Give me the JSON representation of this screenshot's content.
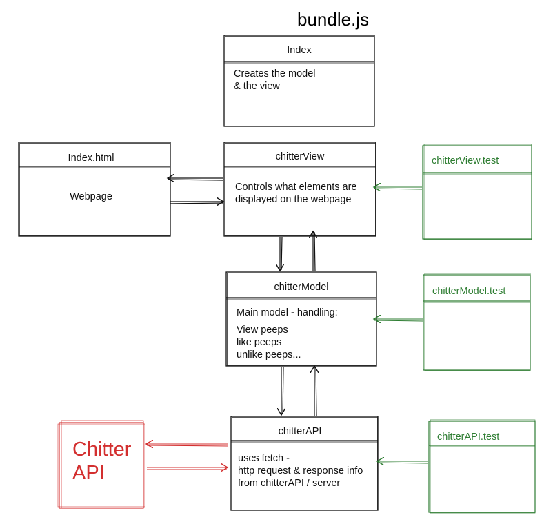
{
  "title": "bundle.js",
  "colors": {
    "ink": "#111111",
    "test_green": "#2e7d32",
    "api_red": "#d32f2f"
  },
  "boxes": {
    "index": {
      "header": "Index",
      "body": [
        "Creates the model",
        "& the view"
      ]
    },
    "index_html": {
      "header": "Index.html",
      "body": [
        "Webpage"
      ]
    },
    "chitter_view": {
      "header": "chitterView",
      "body": [
        "Controls what elements are",
        "displayed on the webpage"
      ]
    },
    "chitter_model": {
      "header": "chitterModel",
      "body": [
        "Main model - handling:",
        "View peeps",
        "like peeps",
        "unlike peeps..."
      ]
    },
    "chitter_api": {
      "header": "chitterAPI",
      "body": [
        "uses fetch -",
        "http request & response info",
        "from chitterAPI / server"
      ]
    }
  },
  "tests": {
    "view_test": "chitterView.test",
    "model_test": "chitterModel.test",
    "api_test": "chitterAPI.test"
  },
  "external": {
    "line1": "Chitter",
    "line2": "API"
  }
}
